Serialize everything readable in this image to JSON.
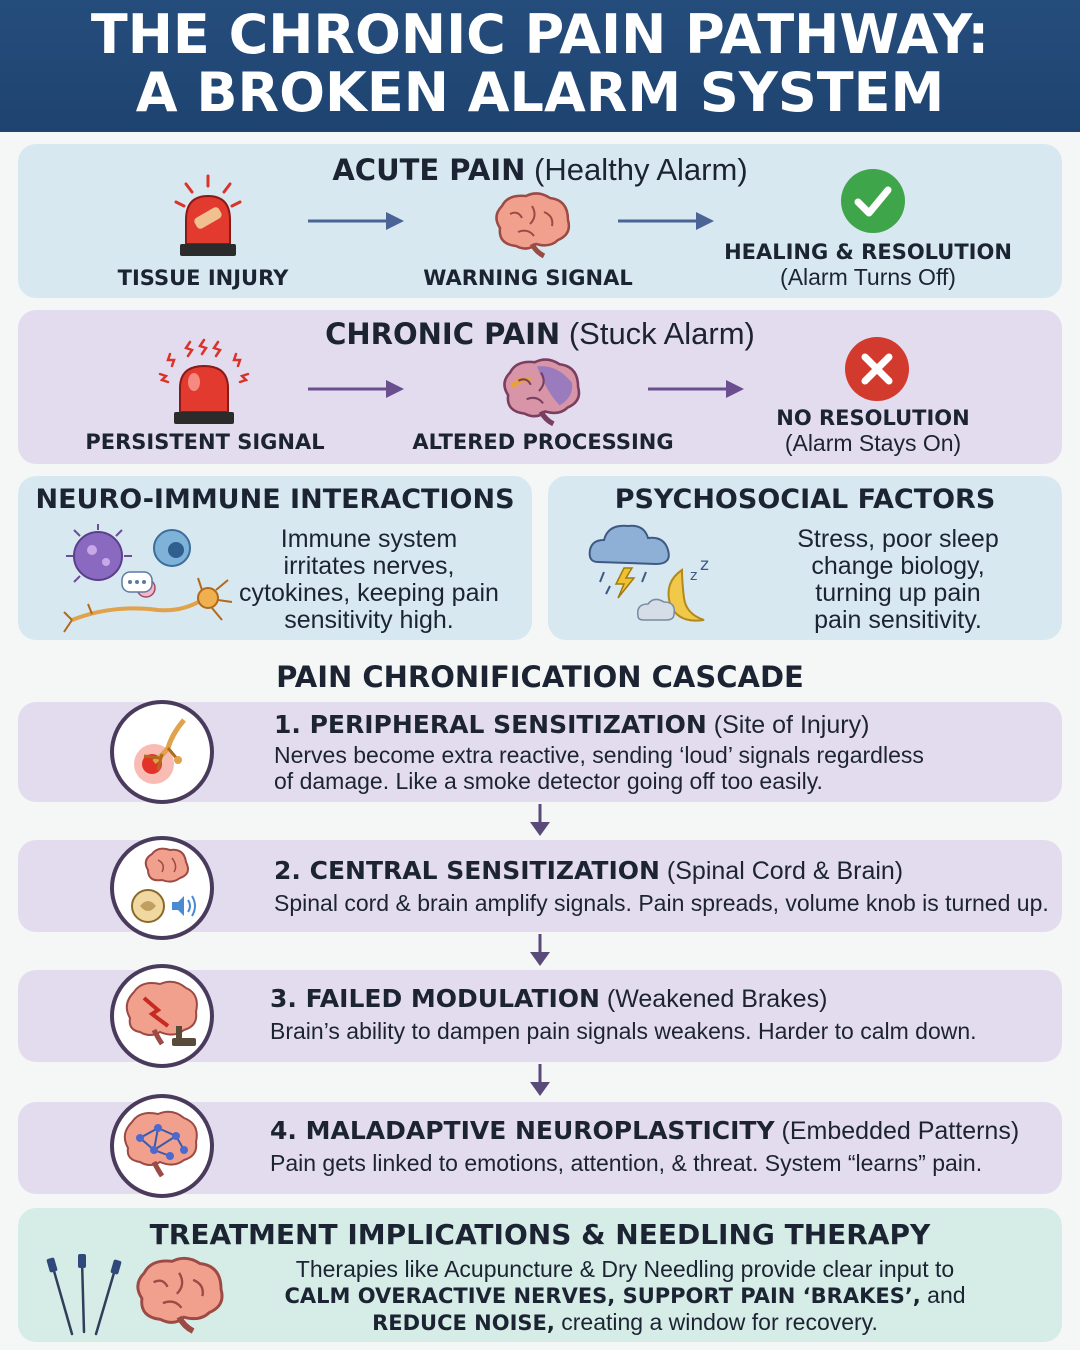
{
  "header": {
    "line1": "THE CHRONIC PAIN PATHWAY:",
    "line2": "A BROKEN ALARM SYSTEM"
  },
  "acute": {
    "title_bold": "ACUTE PAIN",
    "title_rest": "(Healthy Alarm)",
    "step1": "TISSUE INJURY",
    "step2": "WARNING SIGNAL",
    "step3": "HEALING & RESOLUTION",
    "step3_sub": "(Alarm Turns Off)"
  },
  "chronic": {
    "title_bold": "CHRONIC PAIN",
    "title_rest": "(Stuck Alarm)",
    "step1": "PERSISTENT SIGNAL",
    "step2": "ALTERED PROCESSING",
    "step3": "NO RESOLUTION",
    "step3_sub": "(Alarm Stays On)"
  },
  "neuro": {
    "title": "NEURO-IMMUNE INTERACTIONS",
    "lines": [
      "Immune system",
      "irritates nerves,",
      "cytokines, keeping pain",
      "sensitivity high."
    ]
  },
  "psycho": {
    "title": "PSYCHOSOCIAL FACTORS",
    "lines": [
      "Stress, poor sleep",
      "change biology,",
      "turning up pain",
      "pain sensitivity."
    ]
  },
  "cascade": {
    "title": "PAIN CHRONIFICATION CASCADE",
    "steps": [
      {
        "title": "1. PERIPHERAL SENSITIZATION",
        "qualifier": "(Site of Injury)",
        "line1": "Nerves become extra reactive, sending ‘loud’ signals regardless",
        "line2": "of damage. Like a smoke detector going off too easily."
      },
      {
        "title": "2. CENTRAL SENSITIZATION",
        "qualifier": "(Spinal Cord & Brain)",
        "line1": "Spinal cord & brain amplify signals. Pain spreads, volume knob is turned up."
      },
      {
        "title": "3. FAILED MODULATION",
        "qualifier": "(Weakened Brakes)",
        "line1": "Brain’s ability to dampen pain signals weakens. Harder to calm down."
      },
      {
        "title": "4. MALADAPTIVE NEUROPLASTICITY",
        "qualifier": "(Embedded Patterns)",
        "line1": "Pain gets linked to emotions, attention, & threat. System “learns” pain."
      }
    ]
  },
  "treatment": {
    "title": "TREATMENT IMPLICATIONS & NEEDLING THERAPY",
    "line1": "Therapies like Acupuncture & Dry Needling provide clear input to",
    "bold1": "CALM OVERACTIVE NERVES, SUPPORT PAIN ‘BRAKES’,",
    "rest1": " and",
    "bold2": "REDUCE NOISE,",
    "rest2": " creating a window for recovery."
  },
  "colors": {
    "header": "#1e4370",
    "acute_bg": "#d8e8f0",
    "chronic_bg": "#e3dcee",
    "treatment_bg": "#d6ece6",
    "check_green": "#3fa54a",
    "cross_red": "#d23a2e"
  }
}
